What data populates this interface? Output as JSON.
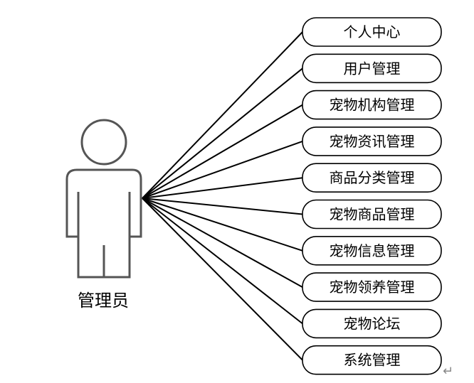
{
  "actor": {
    "label": "管理员"
  },
  "use_cases": [
    {
      "label": "个人中心"
    },
    {
      "label": "用户管理"
    },
    {
      "label": "宠物机构管理"
    },
    {
      "label": "宠物资讯管理"
    },
    {
      "label": "商品分类管理"
    },
    {
      "label": "宠物商品管理"
    },
    {
      "label": "宠物信息管理"
    },
    {
      "label": "宠物领养管理"
    },
    {
      "label": "宠物论坛"
    },
    {
      "label": "系统管理"
    }
  ],
  "paragraph_mark": "↵"
}
